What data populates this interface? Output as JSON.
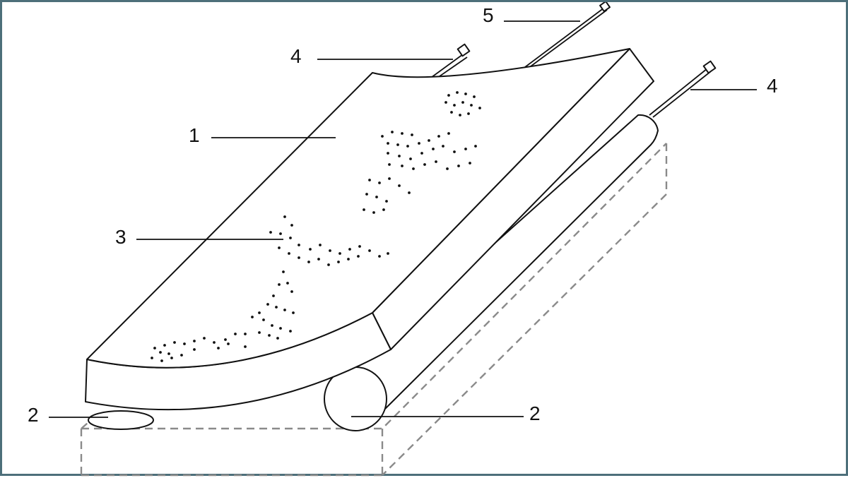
{
  "figure": {
    "callouts": [
      {
        "id": "callout-1",
        "text": "1"
      },
      {
        "id": "callout-2-left",
        "text": "2"
      },
      {
        "id": "callout-2-right",
        "text": "2"
      },
      {
        "id": "callout-3",
        "text": "3"
      },
      {
        "id": "callout-4-left",
        "text": "4"
      },
      {
        "id": "callout-4-right",
        "text": "4"
      },
      {
        "id": "callout-5",
        "text": "5"
      }
    ]
  },
  "colors": {
    "frame": "#4d6f7a",
    "ink": "#111111",
    "dashed_base": "#8a8a8a"
  }
}
